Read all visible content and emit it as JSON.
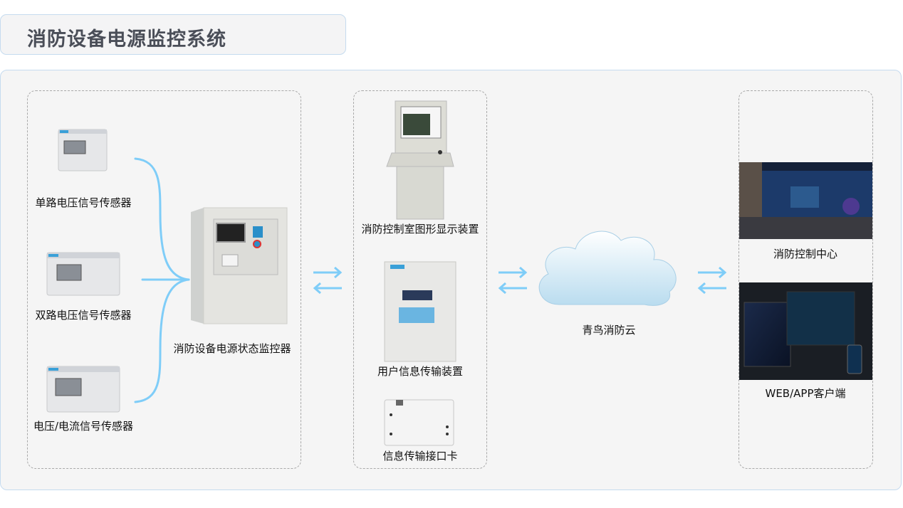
{
  "title": "消防设备电源监控系统",
  "sensors": [
    {
      "label": "单路电压信号传感器"
    },
    {
      "label": "双路电压信号传感器"
    },
    {
      "label": "电压/电流信号传感器"
    }
  ],
  "monitor": {
    "label": "消防设备电源状态监控器"
  },
  "middle": [
    {
      "label": "消防控制室图形显示装置"
    },
    {
      "label": "用户信息传输装置"
    },
    {
      "label": "信息传输接口卡"
    }
  ],
  "cloud": {
    "label": "青鸟消防云"
  },
  "right": [
    {
      "label": "消防控制中心"
    },
    {
      "label": "WEB/APP客户端"
    }
  ],
  "colors": {
    "connector": "#7fcdf8",
    "border": "#c5dbef",
    "title_text": "#4a4e58"
  }
}
